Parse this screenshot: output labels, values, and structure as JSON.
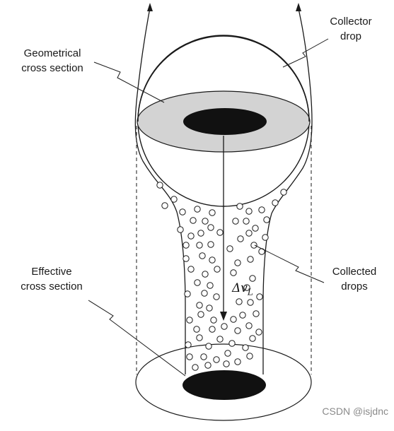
{
  "diagram": {
    "labels": {
      "collector_drop": [
        "Collector",
        "drop"
      ],
      "geometrical_cross_section": [
        "Geometrical",
        "cross section"
      ],
      "effective_cross_section": [
        "Effective",
        "cross section"
      ],
      "collected_drops": [
        "Collected",
        "drops"
      ]
    },
    "velocity": {
      "symbol": "Δv",
      "subscript": "L"
    },
    "colors": {
      "stroke": "#1a1a1a",
      "cross_section_fill": "#d3d3d3",
      "core_fill": "#111111",
      "background": "#ffffff"
    }
  },
  "watermark": "CSDN @isjdnc"
}
